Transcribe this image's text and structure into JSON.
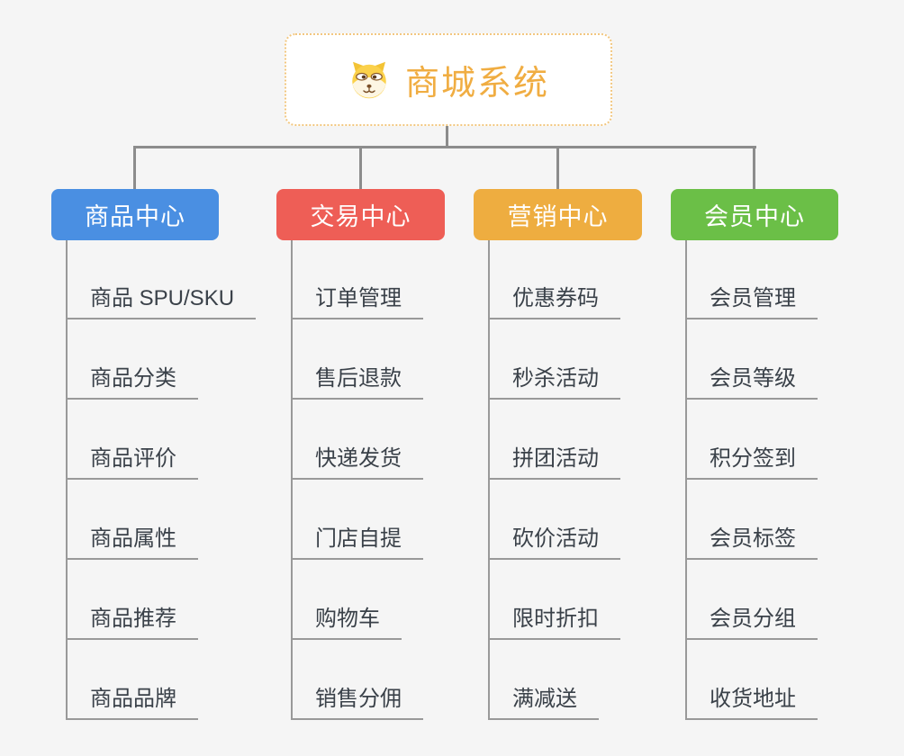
{
  "canvas": {
    "background": "#f5f5f5",
    "connector_color": "#8c8c8c",
    "branch_line_color": "#999999"
  },
  "root": {
    "title": "商城系统",
    "icon": "shiba-dog-icon",
    "title_color": "#f0ad42",
    "border_color": "#f2c780",
    "background": "#ffffff"
  },
  "branches": [
    {
      "label": "商品中心",
      "color": "#4a8fe2",
      "children": [
        "商品 SPU/SKU",
        "商品分类",
        "商品评价",
        "商品属性",
        "商品推荐",
        "商品品牌"
      ]
    },
    {
      "label": "交易中心",
      "color": "#ee5e56",
      "children": [
        "订单管理",
        "售后退款",
        "快递发货",
        "门店自提",
        "购物车",
        "销售分佣"
      ]
    },
    {
      "label": "营销中心",
      "color": "#eead40",
      "children": [
        "优惠券码",
        "秒杀活动",
        "拼团活动",
        "砍价活动",
        "限时折扣",
        "满减送"
      ]
    },
    {
      "label": "会员中心",
      "color": "#6bbf47",
      "children": [
        "会员管理",
        "会员等级",
        "积分签到",
        "会员标签",
        "会员分组",
        "收货地址"
      ]
    }
  ]
}
